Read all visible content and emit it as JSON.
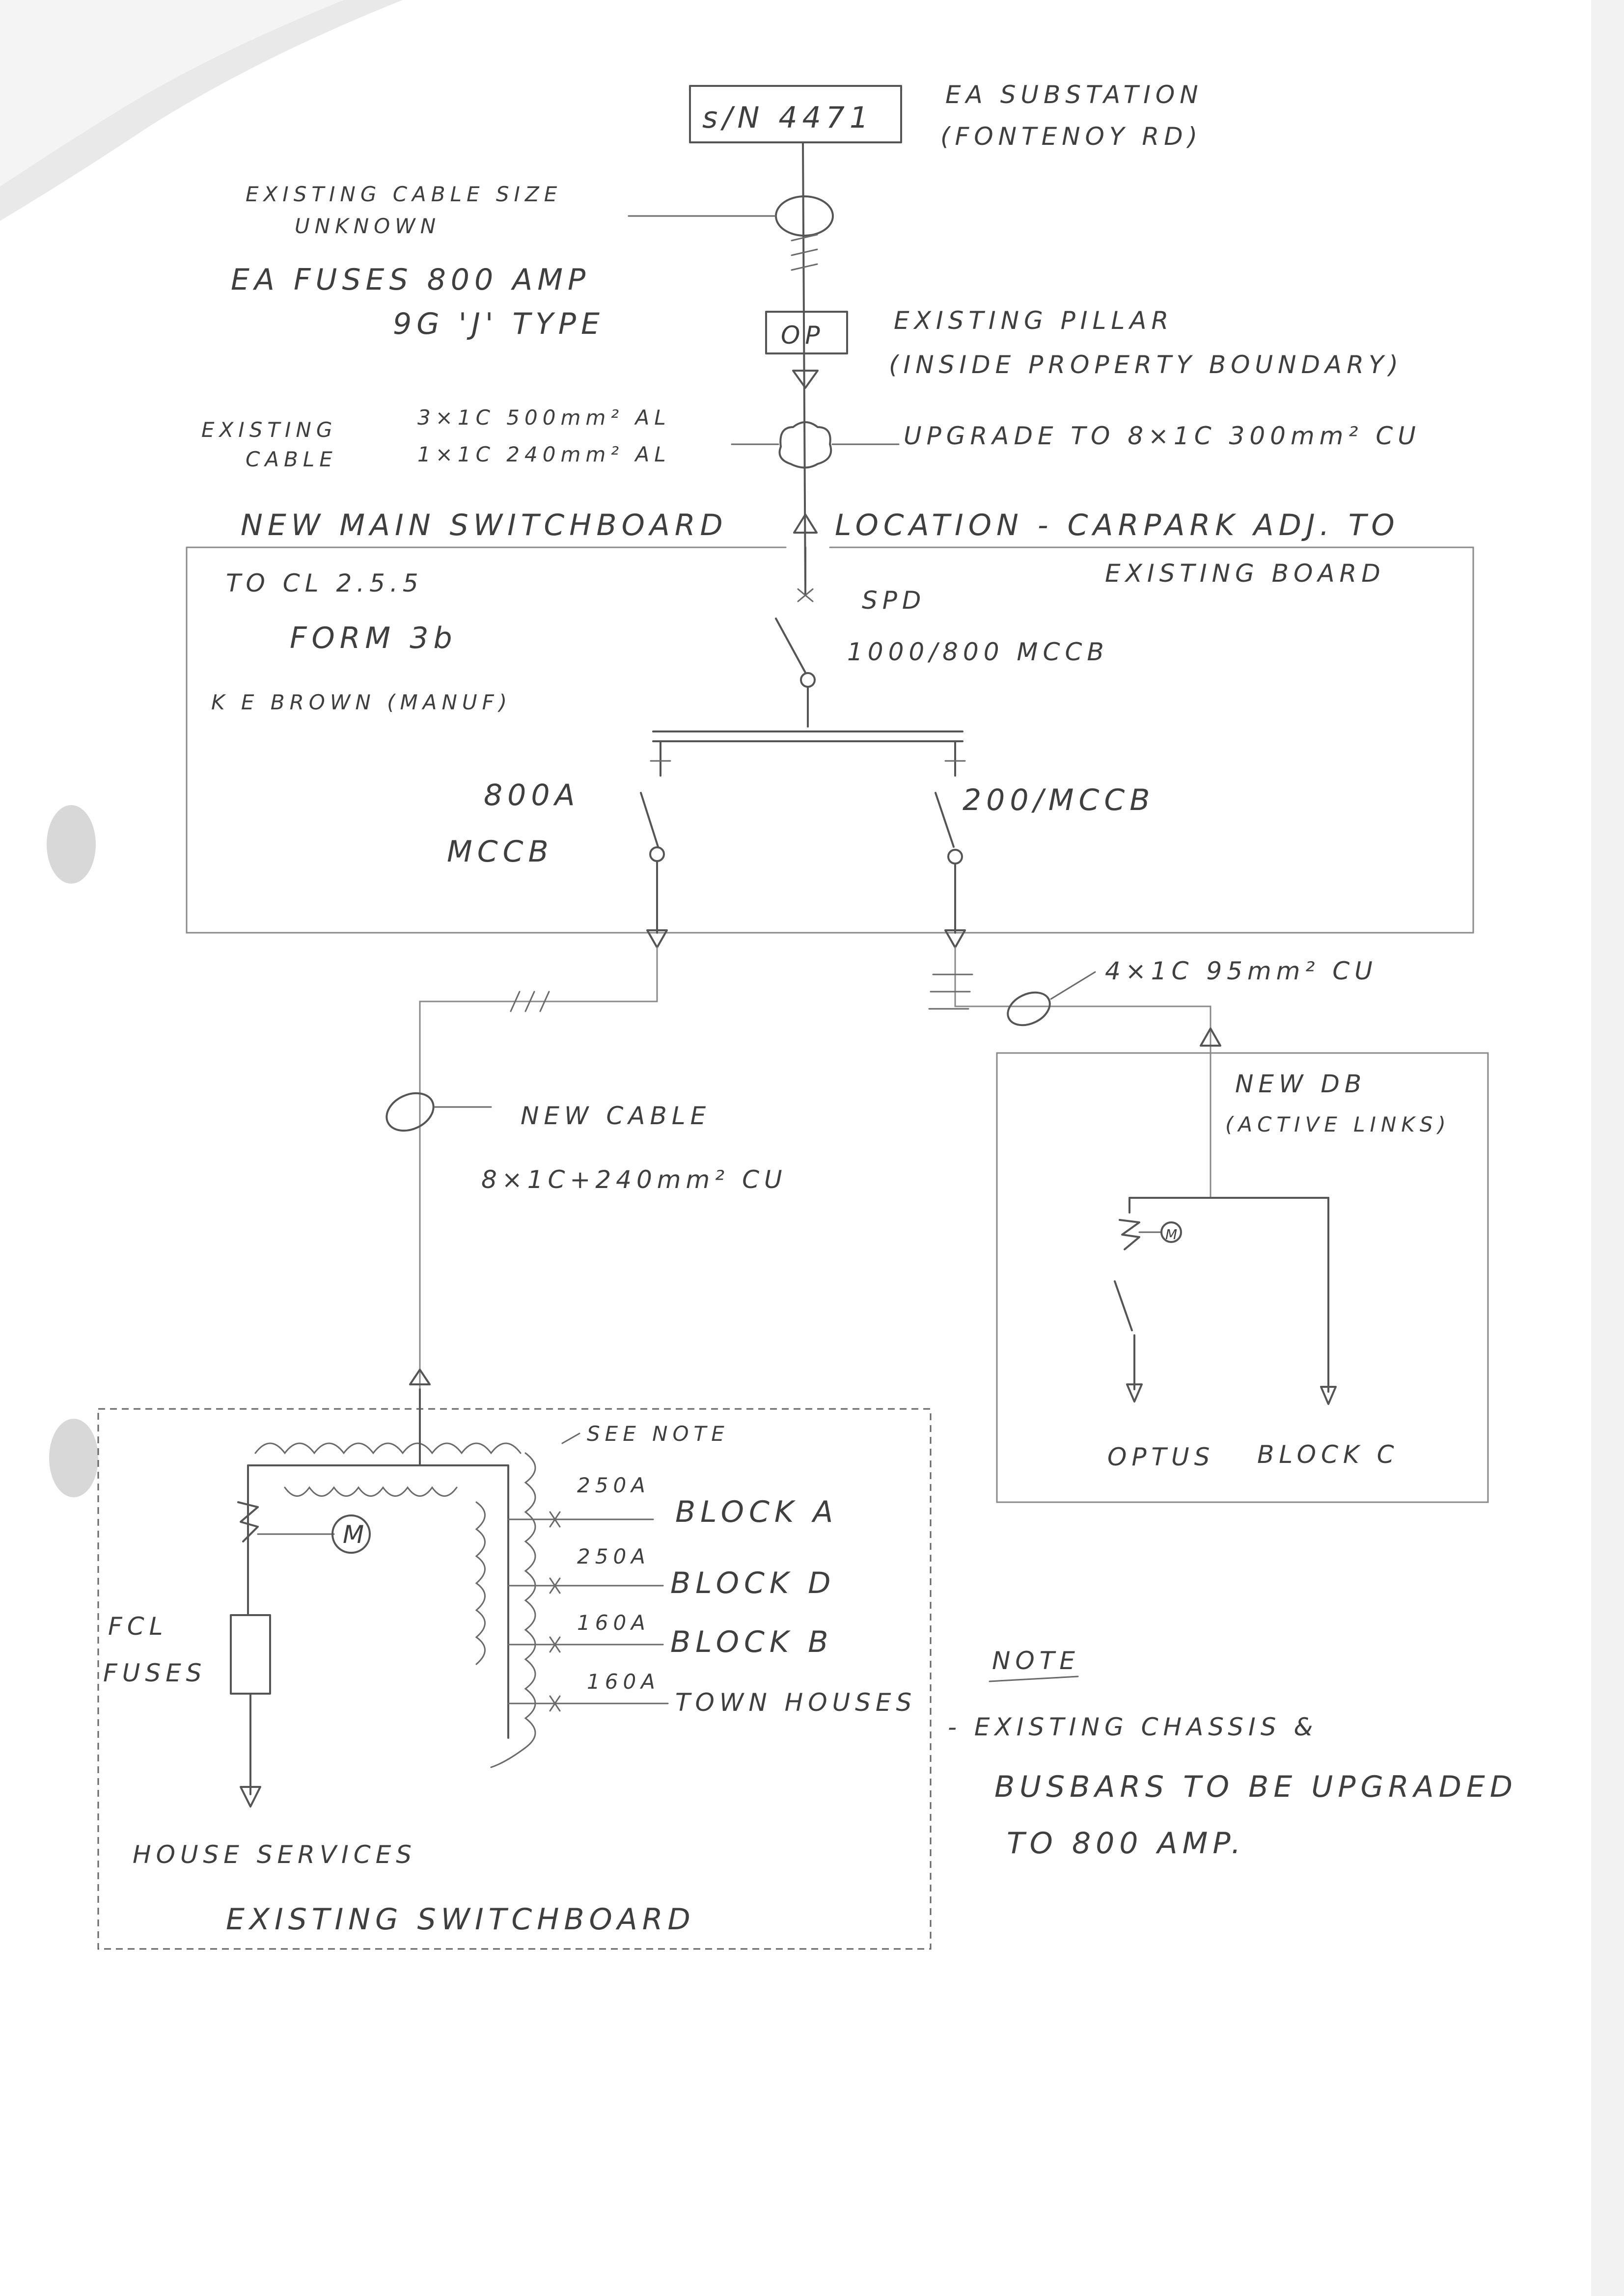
{
  "substation": {
    "id_box": "s/N 4471",
    "title_line1": "EA SUBSTATION",
    "title_line2": "(FONTENOY RD)"
  },
  "supply_notes": {
    "existing_cable_line1": "EXISTING CABLE SIZE",
    "existing_cable_line2": "UNKNOWN",
    "fuses_line1": "EA FUSES 800 AMP",
    "fuses_line2": "9G 'J' TYPE"
  },
  "pillar": {
    "box_label": "OP",
    "label_line1": "EXISTING PILLAR",
    "label_line2": "(INSIDE PROPERTY BOUNDARY)"
  },
  "cable_upgrade": {
    "existing_label_line1": "EXISTING",
    "existing_label_line2": "CABLE",
    "existing_spec_line1": "3×1C 500mm² AL",
    "existing_spec_line2": "1×1C 240mm² AL",
    "upgrade_label": "UPGRADE TO 8×1C 300mm² CU"
  },
  "main_switchboard": {
    "heading": "NEW MAIN SWITCHBOARD",
    "location": "LOCATION - CARPARK ADJ. TO",
    "location_line2": "EXISTING BOARD",
    "spec_line1": "TO CL 2.5.5",
    "spec_line2": "FORM 3b",
    "spec_line3": "K E BROWN (MANUF)",
    "spd_label": "SPD",
    "main_breaker": "1000/800 MCCB",
    "breaker_left_line1": "800A",
    "breaker_left_line2": "MCCB",
    "breaker_right": "200/MCCB"
  },
  "feeders": {
    "right_cable": "4×1C 95mm² CU",
    "left_cable_line1": "NEW CABLE",
    "left_cable_line2": "8×1C+240mm² CU"
  },
  "new_db": {
    "title_line1": "NEW DB",
    "title_line2": "(ACTIVE LINKS)",
    "meter_symbol": "M",
    "outputs": [
      "OPTUS",
      "BLOCK C"
    ]
  },
  "existing_switchboard": {
    "title": "EXISTING SWITCHBOARD",
    "see_note": "SEE NOTE",
    "meter_symbol": "M",
    "fcl_line1": "FCL",
    "fcl_line2": "FUSES",
    "house_services": "HOUSE SERVICES",
    "circuits": [
      {
        "rating": "250A",
        "label": "BLOCK A"
      },
      {
        "rating": "250A",
        "label": "BLOCK D"
      },
      {
        "rating": "160A",
        "label": "BLOCK B"
      },
      {
        "rating": "160A",
        "label": "TOWN HOUSES"
      }
    ]
  },
  "note": {
    "heading": "NOTE",
    "line1": "- EXISTING CHASSIS &",
    "line2": "BUSBARS TO BE UPGRADED",
    "line3": "TO 800 AMP."
  }
}
